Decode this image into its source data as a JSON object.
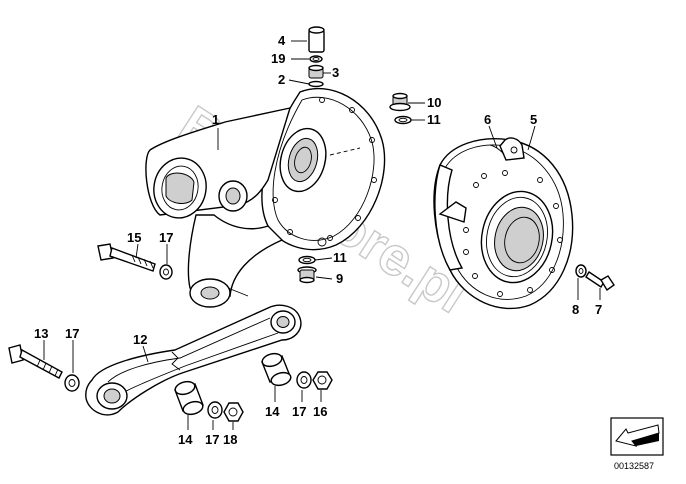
{
  "watermark": "BMWstore.pl",
  "diagram_id": "00132587",
  "callouts": [
    {
      "id": "c1",
      "text": "1"
    },
    {
      "id": "c2",
      "text": "2"
    },
    {
      "id": "c3",
      "text": "3"
    },
    {
      "id": "c4",
      "text": "4"
    },
    {
      "id": "c19",
      "text": "19"
    },
    {
      "id": "c10",
      "text": "10"
    },
    {
      "id": "c11a",
      "text": "11"
    },
    {
      "id": "c6",
      "text": "6"
    },
    {
      "id": "c5",
      "text": "5"
    },
    {
      "id": "c15",
      "text": "15"
    },
    {
      "id": "c17a",
      "text": "17"
    },
    {
      "id": "c11b",
      "text": "11"
    },
    {
      "id": "c9",
      "text": "9"
    },
    {
      "id": "c8",
      "text": "8"
    },
    {
      "id": "c7",
      "text": "7"
    },
    {
      "id": "c13",
      "text": "13"
    },
    {
      "id": "c17b",
      "text": "17"
    },
    {
      "id": "c12",
      "text": "12"
    },
    {
      "id": "c14a",
      "text": "14"
    },
    {
      "id": "c17c",
      "text": "17"
    },
    {
      "id": "c16",
      "text": "16"
    },
    {
      "id": "c14b",
      "text": "14"
    },
    {
      "id": "c17d",
      "text": "17"
    },
    {
      "id": "c18",
      "text": "18"
    }
  ]
}
